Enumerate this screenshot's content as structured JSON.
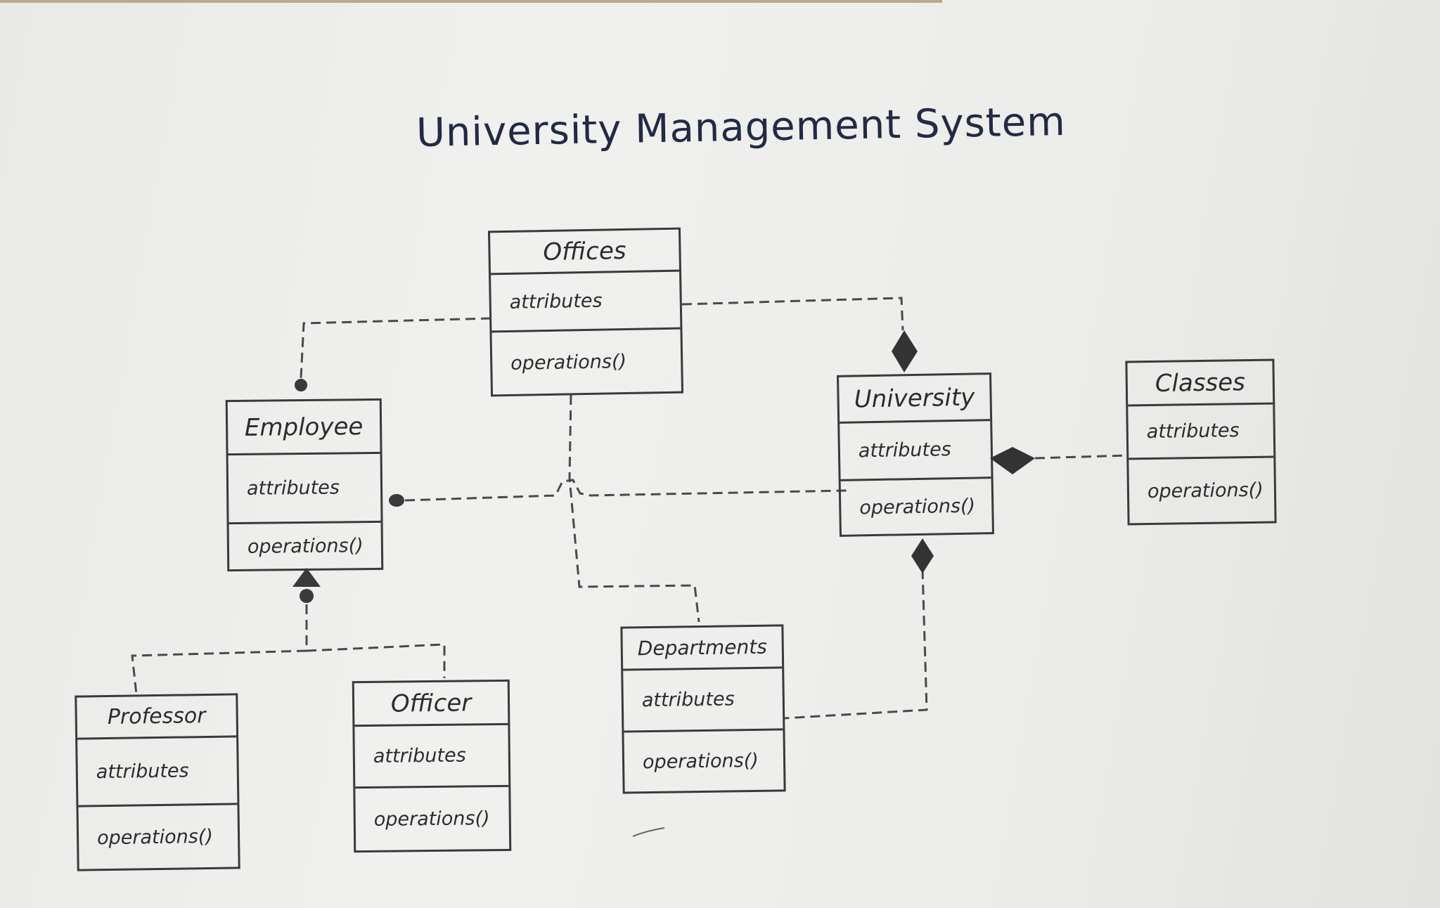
{
  "title": "University Management System",
  "classes": {
    "offices": {
      "name": "Offices",
      "attributes": "attributes",
      "operations": "operations()"
    },
    "employee": {
      "name": "Employee",
      "attributes": "attributes",
      "operations": "operations()"
    },
    "university": {
      "name": "University",
      "attributes": "attributes",
      "operations": "operations()"
    },
    "classes": {
      "name": "Classes",
      "attributes": "attributes",
      "operations": "operations()"
    },
    "departments": {
      "name": "Departments",
      "attributes": "attributes",
      "operations": "operations()"
    },
    "professor": {
      "name": "Professor",
      "attributes": "attributes",
      "operations": "operations()"
    },
    "officer": {
      "name": "Officer",
      "attributes": "attributes",
      "operations": "operations()"
    }
  },
  "colors": {
    "ink": "#3a3a3a",
    "title_ink": "#222a44",
    "paper": "#ececea"
  }
}
